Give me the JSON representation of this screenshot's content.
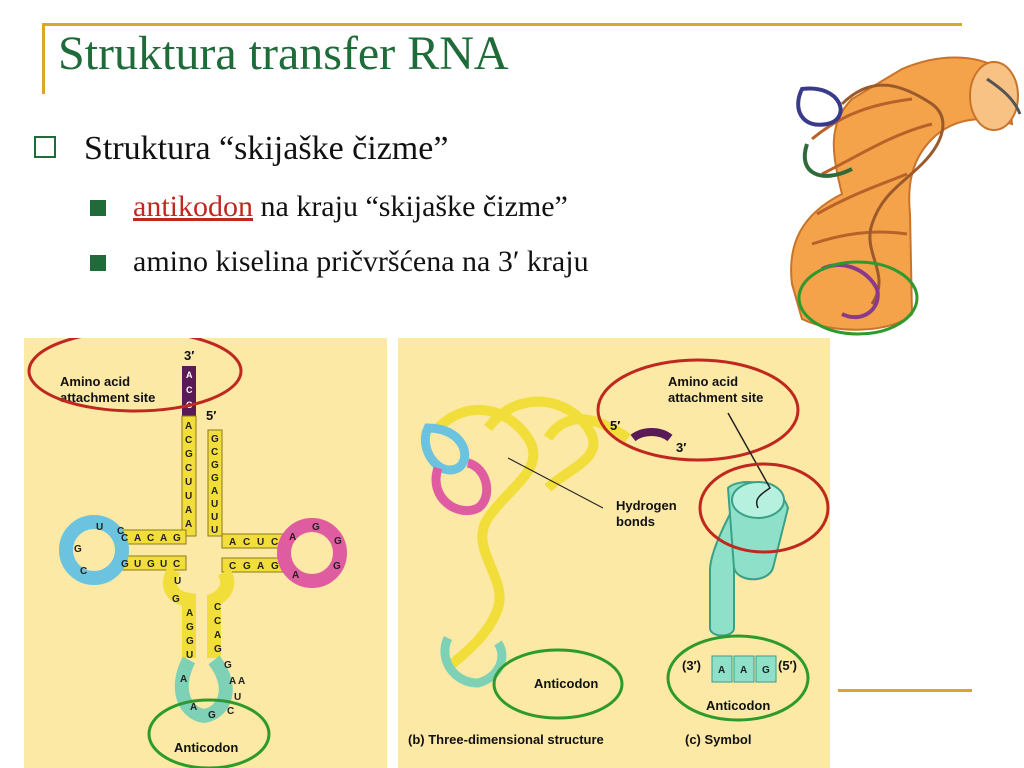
{
  "title": "Struktura transfer RNA",
  "bullets": {
    "l1": "Struktura “skijaške čizme”",
    "l2a_link": "antikodon",
    "l2a_rest": " na kraju “skijaške čizme”",
    "l2b": "amino kiselina pričvršćena na 3′ kraju"
  },
  "figure_a": {
    "three_prime": "3′",
    "five_prime": "5′",
    "attach_line1": "Amino acid",
    "attach_line2": "attachment site",
    "anticodon_label": "Anticodon",
    "acceptor_tail": [
      "A",
      "C",
      "C"
    ],
    "left_stem": [
      "A",
      "C",
      "G",
      "C",
      "U",
      "U",
      "A",
      "A"
    ],
    "right_stem": [
      "G",
      "C",
      "G",
      "G",
      "A",
      "U",
      "U",
      "U"
    ],
    "d_arm_top": [
      "C",
      "A",
      "C",
      "A",
      "G"
    ],
    "d_arm_bottom": [
      "G",
      "U",
      "G",
      "U",
      "C"
    ],
    "d_loop": [
      "U",
      "C",
      "G",
      "C"
    ],
    "t_arm_top": [
      "A",
      "C",
      "U",
      "C"
    ],
    "t_arm_bottom": [
      "C",
      "G",
      "A",
      "G"
    ],
    "t_loop": [
      "A",
      "G",
      "G",
      "G",
      "A"
    ],
    "anticodon_stem_left": [
      "U",
      "G",
      "A",
      "G",
      "G",
      "U"
    ],
    "anticodon_stem_right": [
      "C",
      "C",
      "A",
      "G",
      "G",
      "A"
    ],
    "anticodon_loop": [
      "A",
      "A",
      "G",
      "C",
      "U",
      "A"
    ]
  },
  "figure_b": {
    "five_prime": "5′",
    "three_prime": "3′",
    "attach_line1": "Amino acid",
    "attach_line2": "attachment site",
    "hbond_line1": "Hydrogen",
    "hbond_line2": "bonds",
    "anticodon_label": "Anticodon",
    "caption": "(b) Three-dimensional structure"
  },
  "figure_c": {
    "left_end": "(3′)",
    "right_end": "(5′)",
    "codon": [
      "A",
      "A",
      "G"
    ],
    "anticodon_label": "Anticodon",
    "caption": "(c) Symbol"
  },
  "colors": {
    "title_green": "#1f6b3a",
    "frame_gold": "#d8a82c",
    "panel_bg": "#fbe9a5",
    "highlight_red": "#c0281f",
    "highlight_green": "#2e9a2e",
    "strand_yellow": "#f2de3a",
    "d_loop_blue": "#6cc3e0",
    "t_loop_pink": "#e05ca0",
    "anticodon_teal": "#7fd1b6",
    "acceptor_purple": "#5a1a55"
  }
}
